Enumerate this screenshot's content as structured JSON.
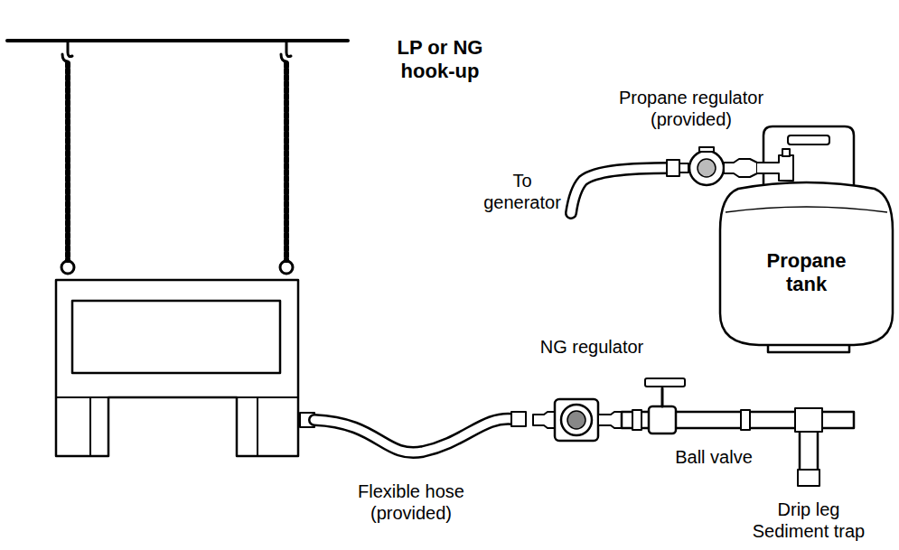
{
  "diagram": {
    "title": "LP or NG hook-up",
    "nodes": [
      {
        "text": [
          "Propane tank"
        ]
      }
    ],
    "labels": [
      "Propane regulator (provided)",
      "To generator",
      "NG regulator",
      "Ball valve",
      "Flexible hose (provided)",
      "Drip leg Sediment trap"
    ]
  }
}
